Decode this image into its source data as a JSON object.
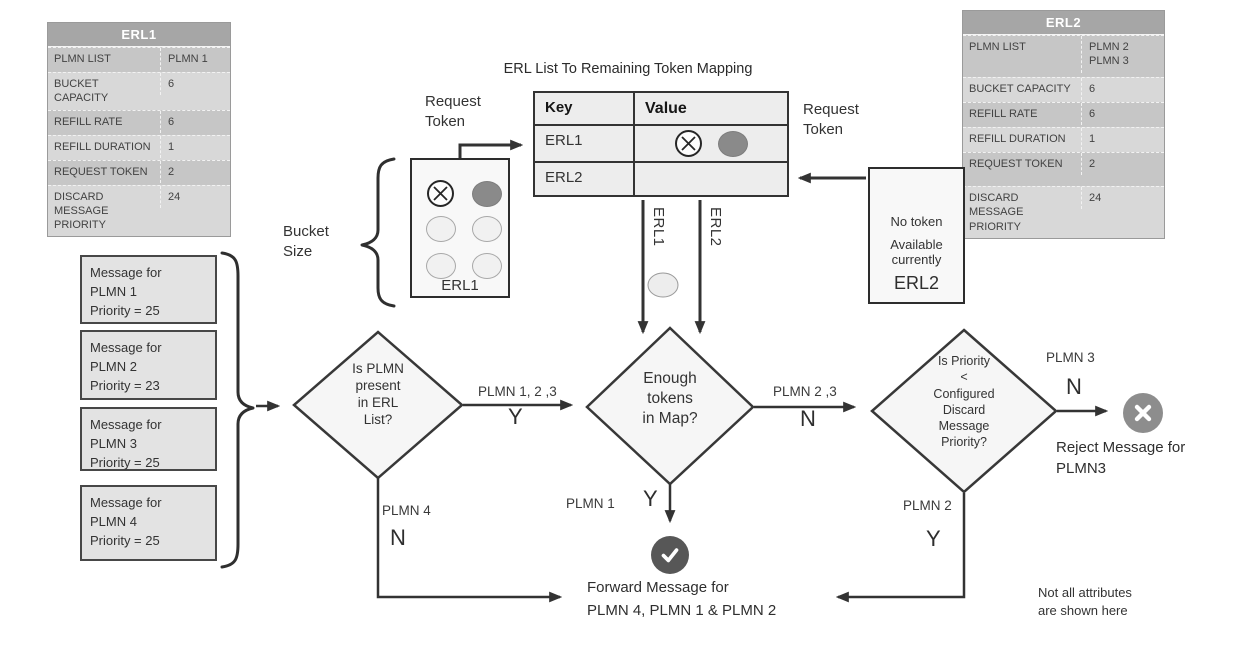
{
  "erl1_table": {
    "title": "ERL1",
    "rows": [
      {
        "label": "PLMN LIST",
        "value": "PLMN 1"
      },
      {
        "label": "BUCKET CAPACITY",
        "value": "6"
      },
      {
        "label": "REFILL RATE",
        "value": "6"
      },
      {
        "label": "REFILL DURATION",
        "value": "1"
      },
      {
        "label": "REQUEST TOKEN",
        "value": "2"
      },
      {
        "label": "DISCARD MESSAGE PRIORITY",
        "value": "24"
      }
    ]
  },
  "erl2_table": {
    "title": "ERL2",
    "rows": [
      {
        "label": "PLMN LIST",
        "value": "PLMN 2\nPLMN 3"
      },
      {
        "label": "BUCKET CAPACITY",
        "value": "6"
      },
      {
        "label": "REFILL RATE",
        "value": "6"
      },
      {
        "label": "REFILL DURATION",
        "value": "1"
      },
      {
        "label": "REQUEST TOKEN",
        "value": "2"
      },
      {
        "label": "DISCARD MESSAGE PRIORITY",
        "value": "24"
      }
    ]
  },
  "mapping": {
    "title": "ERL List To Remaining Token Mapping",
    "key_header": "Key",
    "value_header": "Value",
    "rows": [
      {
        "key": "ERL1"
      },
      {
        "key": "ERL2"
      }
    ]
  },
  "bucket": {
    "label": "ERL1",
    "brace_label": "Bucket\nSize"
  },
  "request_token_left": "Request\nToken",
  "request_token_right": "Request\nToken",
  "no_token_box": {
    "line1": "No token",
    "line2": "Available",
    "line3": "currently",
    "label": "ERL2"
  },
  "map_drop_labels": {
    "erl1": "ERL1",
    "erl2": "ERL2"
  },
  "messages": [
    {
      "text": "Message for\nPLMN 1\nPriority = 25"
    },
    {
      "text": "Message for\nPLMN 2\nPriority = 23"
    },
    {
      "text": "Message for\nPLMN 3\nPriority = 25"
    },
    {
      "text": "Message for\nPLMN 4\nPriority = 25"
    }
  ],
  "decisions": {
    "plmn_in_erl": "Is PLMN\npresent\nin ERL\nList?",
    "enough_tokens": "Enough\ntokens\nin Map?",
    "priority_check": "Is Priority\n<\nConfigured\nDiscard\nMessage\nPriority?"
  },
  "edge_labels": {
    "d1_yes_plmns": "PLMN 1, 2 ,3",
    "d1_yes": "Y",
    "d1_no_plmn": "PLMN 4",
    "d1_no": "N",
    "d2_no_plmns": "PLMN 2 ,3",
    "d2_no": "N",
    "d2_yes_plmn": "PLMN 1",
    "d2_yes": "Y",
    "d3_no_plmn": "PLMN 3",
    "d3_no": "N",
    "d3_yes_plmn": "PLMN 2",
    "d3_yes": "Y"
  },
  "outcomes": {
    "forward": "Forward Message for\nPLMN 4, PLMN 1 & PLMN 2",
    "reject": "Reject Message for\nPLMN3"
  },
  "note": "Not all attributes\nare shown here",
  "colors": {
    "line": "#333333",
    "diamond_fill": "#f6f6f6",
    "table_header": "#a6a6a6",
    "row_dark": "#c6c6c6",
    "row_light": "#d8d8d8",
    "box_fill": "#e3e3e3",
    "check_circle": "#575757",
    "cross_circle": "#8d8d8d",
    "token_dark": "#8a8a8a"
  }
}
